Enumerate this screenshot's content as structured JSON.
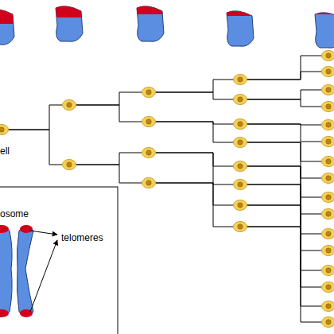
{
  "diagram": {
    "nodes": [
      {
        "text": [
          "ell"
        ]
      },
      {
        "text": []
      },
      {
        "text": []
      },
      {
        "text": []
      },
      {
        "text": []
      },
      {
        "text": []
      },
      {
        "text": []
      },
      {
        "text": []
      },
      {
        "text": []
      },
      {
        "text": []
      },
      {
        "text": []
      },
      {
        "text": []
      },
      {
        "text": []
      },
      {
        "text": []
      },
      {
        "text": []
      },
      {
        "text": []
      },
      {
        "text": []
      },
      {
        "text": []
      },
      {
        "text": []
      },
      {
        "text": []
      },
      {
        "text": []
      },
      {
        "text": []
      },
      {
        "text": []
      },
      {
        "text": []
      },
      {
        "text": []
      },
      {
        "text": []
      },
      {
        "text": []
      },
      {
        "text": []
      },
      {
        "text": []
      },
      {
        "text": []
      },
      {
        "text": []
      }
    ],
    "edges": [
      {
        "from": 0,
        "to": 1,
        "arrow": "none"
      },
      {
        "from": 0,
        "to": 2,
        "arrow": "none"
      },
      {
        "from": 1,
        "to": 3,
        "arrow": "none"
      },
      {
        "from": 1,
        "to": 4,
        "arrow": "none"
      },
      {
        "from": 2,
        "to": 5,
        "arrow": "none"
      },
      {
        "from": 2,
        "to": 6,
        "arrow": "none"
      },
      {
        "from": 3,
        "to": 7,
        "arrow": "none"
      },
      {
        "from": 3,
        "to": 8,
        "arrow": "none"
      },
      {
        "from": 4,
        "to": 9,
        "arrow": "none"
      },
      {
        "from": 4,
        "to": 10,
        "arrow": "none"
      },
      {
        "from": 5,
        "to": 11,
        "arrow": "none"
      },
      {
        "from": 5,
        "to": 12,
        "arrow": "none"
      },
      {
        "from": 6,
        "to": 13,
        "arrow": "none"
      },
      {
        "from": 6,
        "to": 14,
        "arrow": "none"
      },
      {
        "from": 7,
        "to": 15,
        "arrow": "none"
      },
      {
        "from": 7,
        "to": 16,
        "arrow": "none"
      },
      {
        "from": 8,
        "to": 17,
        "arrow": "none"
      },
      {
        "from": 8,
        "to": 18,
        "arrow": "none"
      },
      {
        "from": 9,
        "to": 19,
        "arrow": "none"
      },
      {
        "from": 9,
        "to": 20,
        "arrow": "none"
      },
      {
        "from": 10,
        "to": 21,
        "arrow": "none"
      },
      {
        "from": 10,
        "to": 22,
        "arrow": "none"
      },
      {
        "from": 11,
        "to": 23,
        "arrow": "none"
      },
      {
        "from": 11,
        "to": 24,
        "arrow": "none"
      },
      {
        "from": 12,
        "to": 25,
        "arrow": "none"
      },
      {
        "from": 12,
        "to": 26,
        "arrow": "none"
      },
      {
        "from": 13,
        "to": 27,
        "arrow": "none"
      },
      {
        "from": 13,
        "to": 28,
        "arrow": "none"
      },
      {
        "from": 14,
        "to": 29,
        "arrow": "none"
      },
      {
        "from": 14,
        "to": 30,
        "arrow": "none"
      }
    ],
    "labels": [
      "osome",
      "telomeres"
    ]
  }
}
